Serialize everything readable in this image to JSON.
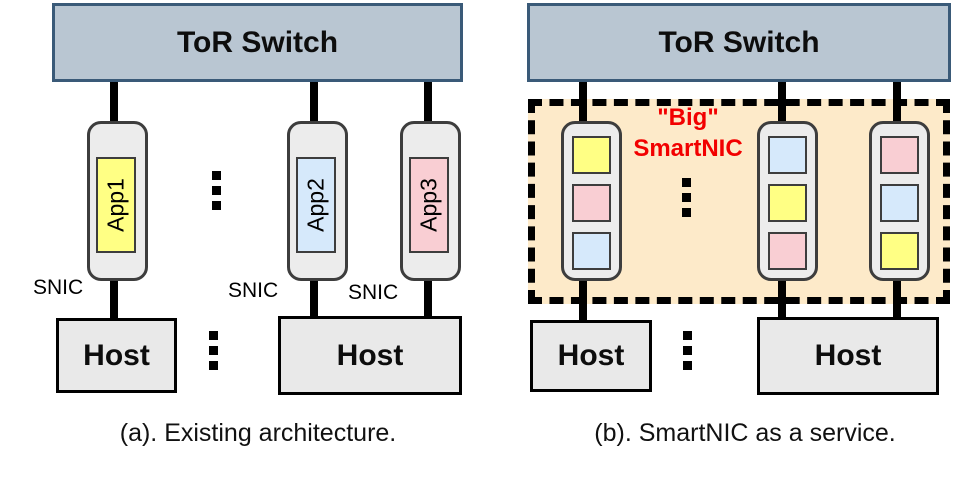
{
  "colors": {
    "tor_fill": "#b9c6d2",
    "tor_border": "#3a5a78",
    "nic_fill": "#ececec",
    "nic_border": "#3d3d3d",
    "host_fill": "#e9e9e9",
    "service_box_fill": "#fdeac9",
    "accent_red": "#f20000",
    "yellow": "#ffff84",
    "blue": "#d6e9fb",
    "pink": "#f9ced3"
  },
  "panel_a": {
    "tor_label": "ToR Switch",
    "snics": [
      {
        "app_label": "App1",
        "color": "yellow",
        "nic_label": "SNIC"
      },
      {
        "app_label": "App2",
        "color": "blue",
        "nic_label": "SNIC"
      },
      {
        "app_label": "App3",
        "color": "pink",
        "nic_label": "SNIC"
      }
    ],
    "hosts": [
      "Host",
      "Host"
    ],
    "caption": "(a). Existing architecture."
  },
  "panel_b": {
    "tor_label": "ToR Switch",
    "big_smartnic_label": {
      "line1": "\"Big\"",
      "line2": "SmartNIC"
    },
    "nic_columns": [
      {
        "squares": [
          "yellow",
          "pink",
          "blue"
        ]
      },
      {
        "squares": [
          "blue",
          "yellow",
          "pink"
        ]
      },
      {
        "squares": [
          "pink",
          "blue",
          "yellow"
        ]
      }
    ],
    "hosts": [
      "Host",
      "Host"
    ],
    "caption": "(b). SmartNIC as a service."
  }
}
